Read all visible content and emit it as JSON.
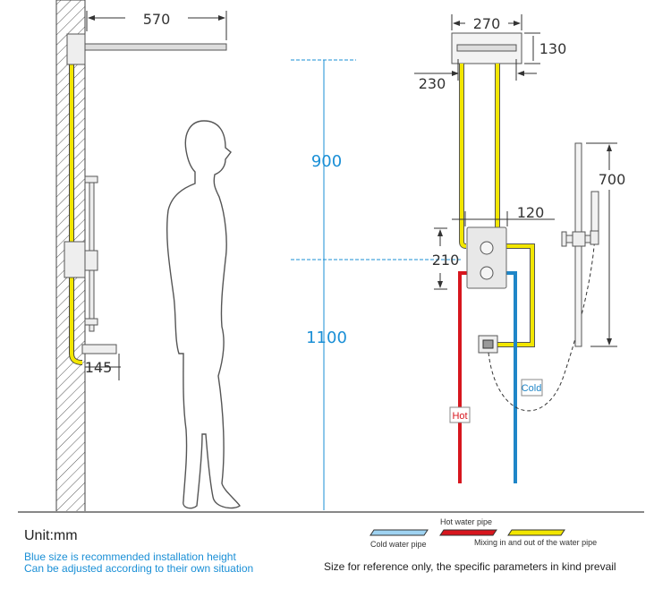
{
  "dimensions": {
    "shower_arm_length": "570",
    "spout_projection": "145",
    "head_width": "270",
    "head_height": "130",
    "pipe_spacing": "230",
    "valve_width": "120",
    "valve_height": "210",
    "slide_bar_length": "700"
  },
  "install_heights": {
    "head_above_valve": "900",
    "valve_height": "1100"
  },
  "pipe_labels": {
    "hot": "Hot",
    "cold": "Cold"
  },
  "legend": {
    "cold": "Cold water pipe",
    "hot": "Hot water pipe",
    "mixing": "Mixing in and out of the water pipe"
  },
  "notes": {
    "unit": "Unit:mm",
    "blue_note_1": "Blue size is recommended installation height",
    "blue_note_2": "Can be adjusted according to their own situation",
    "reference": "Size for reference only, the specific parameters in kind prevail"
  },
  "colors": {
    "hot": "#d7161e",
    "cold": "#1f86c8",
    "mixing": "#f2e600",
    "blue_text": "#1a8fd6"
  }
}
